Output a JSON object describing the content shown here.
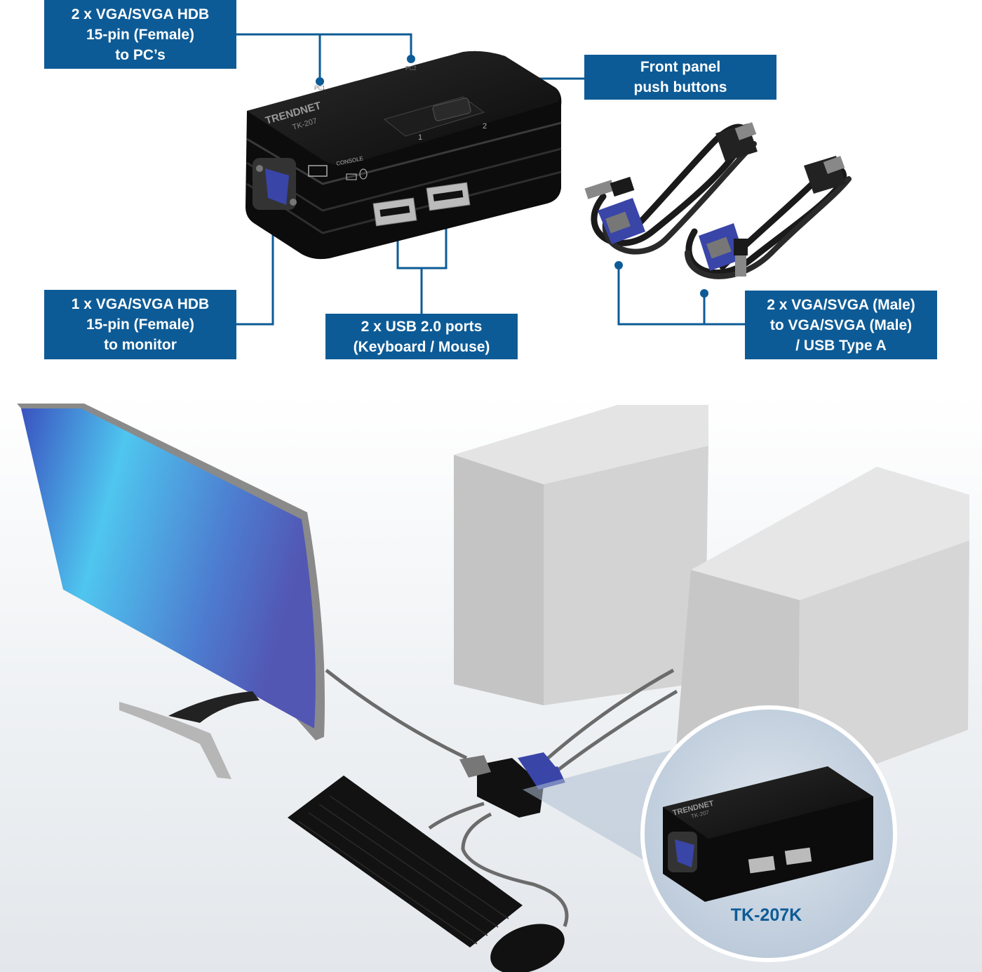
{
  "colors": {
    "callout": "#0d5b96",
    "accent_blue": "#3a45a8",
    "device": "#111111"
  },
  "product": {
    "brand": "TRENDNET",
    "model": "TK-207",
    "console_label": "CONSOLE",
    "port_labels": [
      "PC1",
      "PC2"
    ],
    "button_labels": [
      "1",
      "2"
    ]
  },
  "callouts": {
    "vga_to_pcs": [
      "2 x VGA/SVGA HDB",
      "15-pin (Female)",
      "to PC’s"
    ],
    "front_panel": [
      "Front panel",
      "push buttons"
    ],
    "vga_to_monitor": [
      "1 x VGA/SVGA HDB",
      "15-pin (Female)",
      "to monitor"
    ],
    "usb_ports": [
      "2 x USB 2.0 ports",
      "(Keyboard / Mouse)"
    ],
    "cables": [
      "2 x VGA/SVGA (Male)",
      "to VGA/SVGA (Male)",
      "/ USB Type A"
    ]
  },
  "kit_label": "TK-207K",
  "icons": [
    "monitor-icon",
    "keyboard-icon",
    "mouse-icon",
    "vga-port-icon",
    "usb-port-icon"
  ]
}
